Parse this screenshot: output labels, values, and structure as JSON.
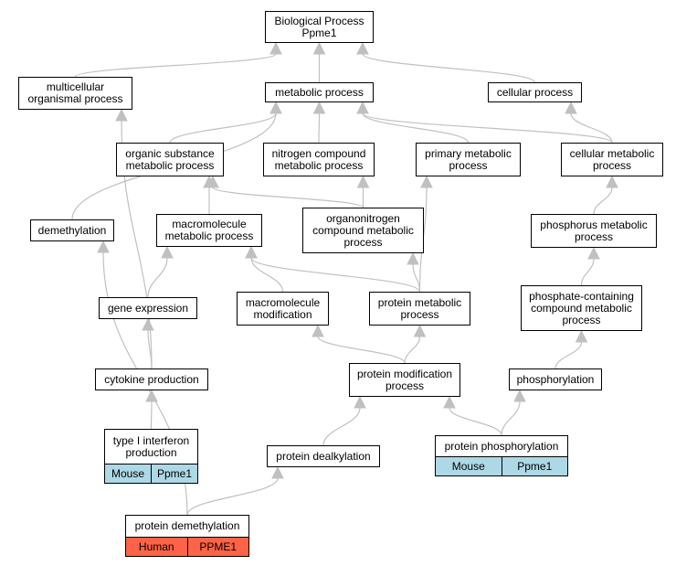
{
  "colors": {
    "edge": "#c0c0c0",
    "mouse": "#add8e6",
    "human": "#ff6347"
  },
  "nodes": {
    "root": "Biological Process\nPpme1",
    "multicellular": "multicellular\norganismal process",
    "metabolic": "metabolic process",
    "cellular": "cellular process",
    "organic_substance": "organic substance\nmetabolic process",
    "nitrogen_compound": "nitrogen compound\nmetabolic process",
    "primary_metabolic": "primary metabolic\nprocess",
    "cellular_metabolic": "cellular metabolic\nprocess",
    "demethylation": "demethylation",
    "macromolecule_metabolic": "macromolecule\nmetabolic process",
    "organonitrogen": "organonitrogen\ncompound metabolic\nprocess",
    "phosphorus_metabolic": "phosphorus metabolic\nprocess",
    "gene_expression": "gene expression",
    "macromolecule_modification": "macromolecule\nmodification",
    "protein_metabolic": "protein metabolic\nprocess",
    "phosphate_containing": "phosphate-containing\ncompound metabolic\nprocess",
    "cytokine_production": "cytokine production",
    "protein_modification": "protein modification\nprocess",
    "phosphorylation": "phosphorylation",
    "type1_interferon": "type I interferon\nproduction",
    "protein_dealkylation": "protein dealkylation",
    "protein_phosphorylation": "protein phosphorylation",
    "protein_demethylation": "protein demethylation"
  },
  "annotations": {
    "type1_interferon": [
      "Mouse",
      "Ppme1"
    ],
    "protein_phosphorylation": [
      "Mouse",
      "Ppme1"
    ],
    "protein_demethylation": [
      "Human",
      "PPME1"
    ]
  },
  "edges": [
    [
      "multicellular",
      "root"
    ],
    [
      "metabolic",
      "root"
    ],
    [
      "cellular",
      "root"
    ],
    [
      "organic_substance",
      "metabolic"
    ],
    [
      "nitrogen_compound",
      "metabolic"
    ],
    [
      "primary_metabolic",
      "metabolic"
    ],
    [
      "cellular_metabolic",
      "metabolic"
    ],
    [
      "demethylation",
      "metabolic"
    ],
    [
      "cellular_metabolic",
      "cellular"
    ],
    [
      "macromolecule_metabolic",
      "organic_substance"
    ],
    [
      "organonitrogen",
      "organic_substance"
    ],
    [
      "organonitrogen",
      "nitrogen_compound"
    ],
    [
      "protein_metabolic",
      "primary_metabolic"
    ],
    [
      "phosphorus_metabolic",
      "cellular_metabolic"
    ],
    [
      "gene_expression",
      "macromolecule_metabolic"
    ],
    [
      "macromolecule_modification",
      "macromolecule_metabolic"
    ],
    [
      "protein_metabolic",
      "macromolecule_metabolic"
    ],
    [
      "protein_metabolic",
      "organonitrogen"
    ],
    [
      "phosphate_containing",
      "phosphorus_metabolic"
    ],
    [
      "cytokine_production",
      "gene_expression"
    ],
    [
      "cytokine_production",
      "multicellular"
    ],
    [
      "protein_modification",
      "macromolecule_modification"
    ],
    [
      "protein_modification",
      "protein_metabolic"
    ],
    [
      "phosphorylation",
      "phosphate_containing"
    ],
    [
      "type1_interferon",
      "cytokine_production"
    ],
    [
      "protein_dealkylation",
      "protein_modification"
    ],
    [
      "protein_phosphorylation",
      "protein_modification"
    ],
    [
      "protein_phosphorylation",
      "phosphorylation"
    ],
    [
      "protein_demethylation",
      "protein_dealkylation"
    ],
    [
      "protein_demethylation",
      "demethylation"
    ]
  ]
}
